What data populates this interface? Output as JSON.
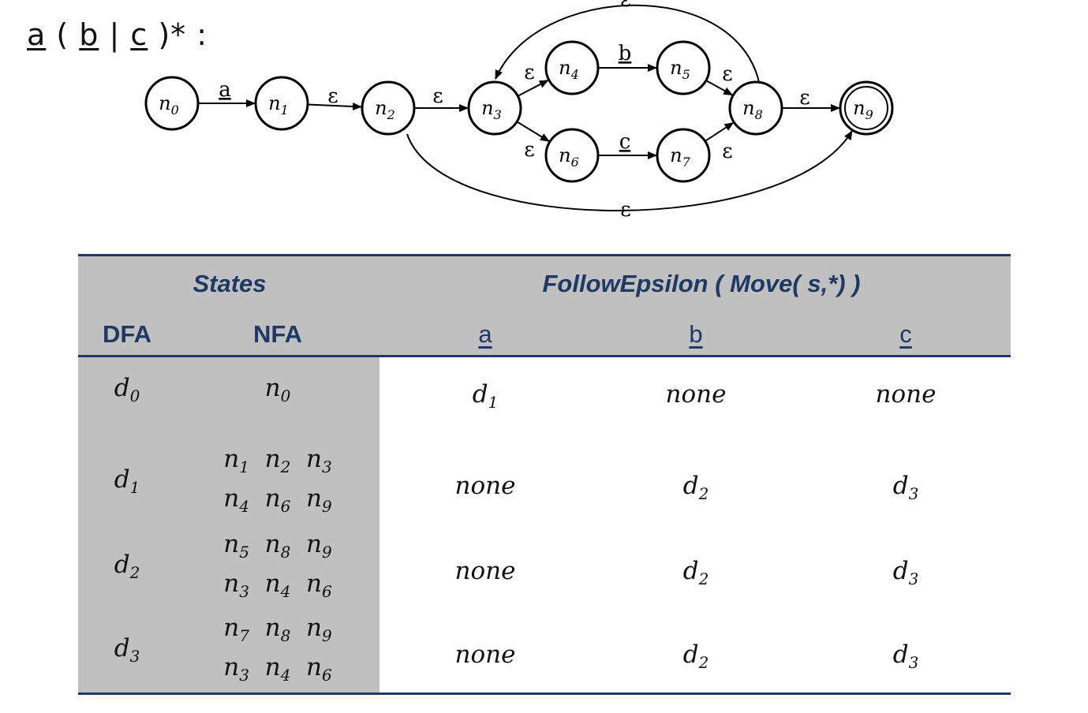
{
  "regex": {
    "parts": [
      "a",
      " ( ",
      "b",
      " | ",
      "c",
      " )* :"
    ]
  },
  "nfa": {
    "states": [
      {
        "id": "n0",
        "name": "n",
        "sub": "0",
        "accept": false
      },
      {
        "id": "n1",
        "name": "n",
        "sub": "1",
        "accept": false
      },
      {
        "id": "n2",
        "name": "n",
        "sub": "2",
        "accept": false
      },
      {
        "id": "n3",
        "name": "n",
        "sub": "3",
        "accept": false
      },
      {
        "id": "n4",
        "name": "n",
        "sub": "4",
        "accept": false
      },
      {
        "id": "n5",
        "name": "n",
        "sub": "5",
        "accept": false
      },
      {
        "id": "n6",
        "name": "n",
        "sub": "6",
        "accept": false
      },
      {
        "id": "n7",
        "name": "n",
        "sub": "7",
        "accept": false
      },
      {
        "id": "n8",
        "name": "n",
        "sub": "8",
        "accept": false
      },
      {
        "id": "n9",
        "name": "n",
        "sub": "9",
        "accept": true
      }
    ],
    "transitions": [
      {
        "from": "n0",
        "to": "n1",
        "label": "a",
        "underline": true
      },
      {
        "from": "n1",
        "to": "n2",
        "label": "ε",
        "underline": false
      },
      {
        "from": "n2",
        "to": "n3",
        "label": "ε",
        "underline": false
      },
      {
        "from": "n3",
        "to": "n4",
        "label": "ε",
        "underline": false
      },
      {
        "from": "n3",
        "to": "n6",
        "label": "ε",
        "underline": false
      },
      {
        "from": "n4",
        "to": "n5",
        "label": "b",
        "underline": true
      },
      {
        "from": "n6",
        "to": "n7",
        "label": "c",
        "underline": true
      },
      {
        "from": "n5",
        "to": "n8",
        "label": "ε",
        "underline": false
      },
      {
        "from": "n7",
        "to": "n8",
        "label": "ε",
        "underline": false
      },
      {
        "from": "n8",
        "to": "n9",
        "label": "ε",
        "underline": false
      },
      {
        "from": "n8",
        "to": "n3",
        "label": "ε",
        "underline": false
      },
      {
        "from": "n2",
        "to": "n9",
        "label": "ε",
        "underline": false
      }
    ]
  },
  "table": {
    "group_states": "States",
    "group_follow": "FollowEpsilon ( Move( s,*) )",
    "col_dfa": "DFA",
    "col_nfa": "NFA",
    "col_a": "a",
    "col_b": "b",
    "col_c": "c",
    "rows": [
      {
        "dfa": "d0",
        "nfa_line1": "n0",
        "nfa_line2": "",
        "a": "d1",
        "b": "none",
        "c": "none"
      },
      {
        "dfa": "d1",
        "nfa_line1": "n1 n2 n3",
        "nfa_line2": "n4 n6 n9",
        "a": "none",
        "b": "d2",
        "c": "d3"
      },
      {
        "dfa": "d2",
        "nfa_line1": "n5 n8 n9",
        "nfa_line2": "n3 n4 n6",
        "a": "none",
        "b": "d2",
        "c": "d3"
      },
      {
        "dfa": "d3",
        "nfa_line1": "n7 n8 n9",
        "nfa_line2": "n3 n4 n6",
        "a": "none",
        "b": "d2",
        "c": "d3"
      }
    ]
  },
  "colors": {
    "header_text": "#1f3864",
    "header_bg": "#c0c0c0",
    "rule": "#1f3864"
  }
}
